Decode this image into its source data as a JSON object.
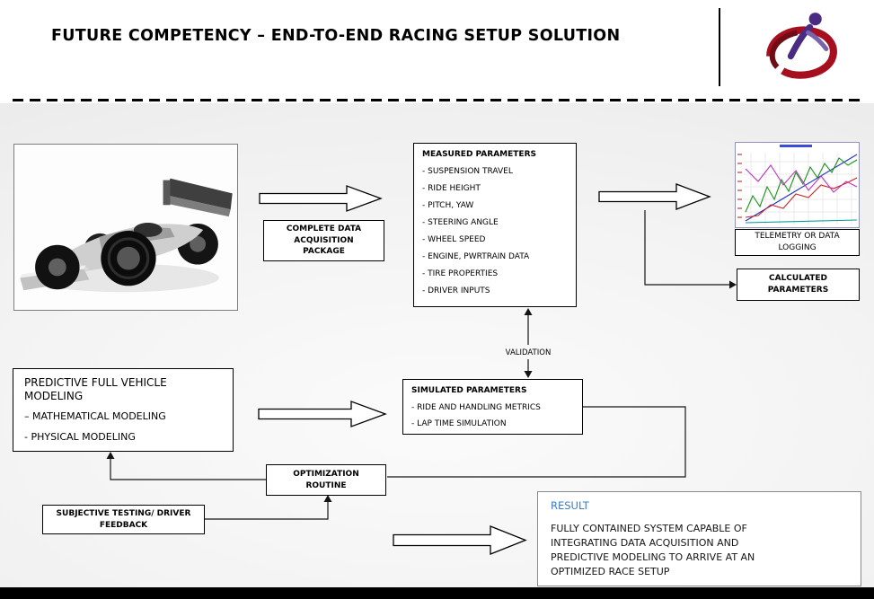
{
  "header": {
    "title": "FUTURE COMPETENCY – END-TO-END RACING SETUP SOLUTION"
  },
  "diagram": {
    "complete_data_package": "COMPLETE DATA ACQUISITION PACKAGE",
    "measured": {
      "title": "MEASURED PARAMETERS",
      "items": [
        "- SUSPENSION TRAVEL",
        "- RIDE HEIGHT",
        "- PITCH, YAW",
        "- STEERING ANGLE",
        "- WHEEL SPEED",
        "- ENGINE, PWRTRAIN DATA",
        "- TIRE PROPERTIES",
        "- DRIVER INPUTS"
      ]
    },
    "telemetry_label": "TELEMETRY OR DATA LOGGING",
    "calculated_label": "CALCULATED PARAMETERS",
    "validation_label": "VALIDATION",
    "predictive": {
      "title": "PREDICTIVE FULL VEHICLE MODELING",
      "items": [
        "– MATHEMATICAL MODELING",
        "- PHYSICAL MODELING"
      ]
    },
    "simulated": {
      "title": "SIMULATED PARAMETERS",
      "items": [
        "- RIDE AND HANDLING METRICS",
        "- LAP TIME SIMULATION"
      ]
    },
    "optimization_label": "OPTIMIZATION ROUTINE",
    "subjective_label": "SUBJECTIVE TESTING/ DRIVER FEEDBACK",
    "result": {
      "title": "RESULT",
      "body": "FULLY CONTAINED SYSTEM CAPABLE OF INTEGRATING DATA ACQUISITION AND PREDICTIVE MODELING TO ARRIVE AT AN OPTIMIZED RACE SETUP"
    }
  },
  "icons": {
    "logo": "company-logo-swoosh-figure",
    "car_image": "formula-car-render",
    "telemetry_chart": "telemetry-data-plot"
  },
  "colors": {
    "result_title_blue": "#3d7cc9",
    "logo_red": "#a6101e",
    "logo_dark_red": "#700c16",
    "logo_purple": "#4b2a84",
    "logo_light_purple": "#7a63ad",
    "bottom_bar": "#000000"
  }
}
